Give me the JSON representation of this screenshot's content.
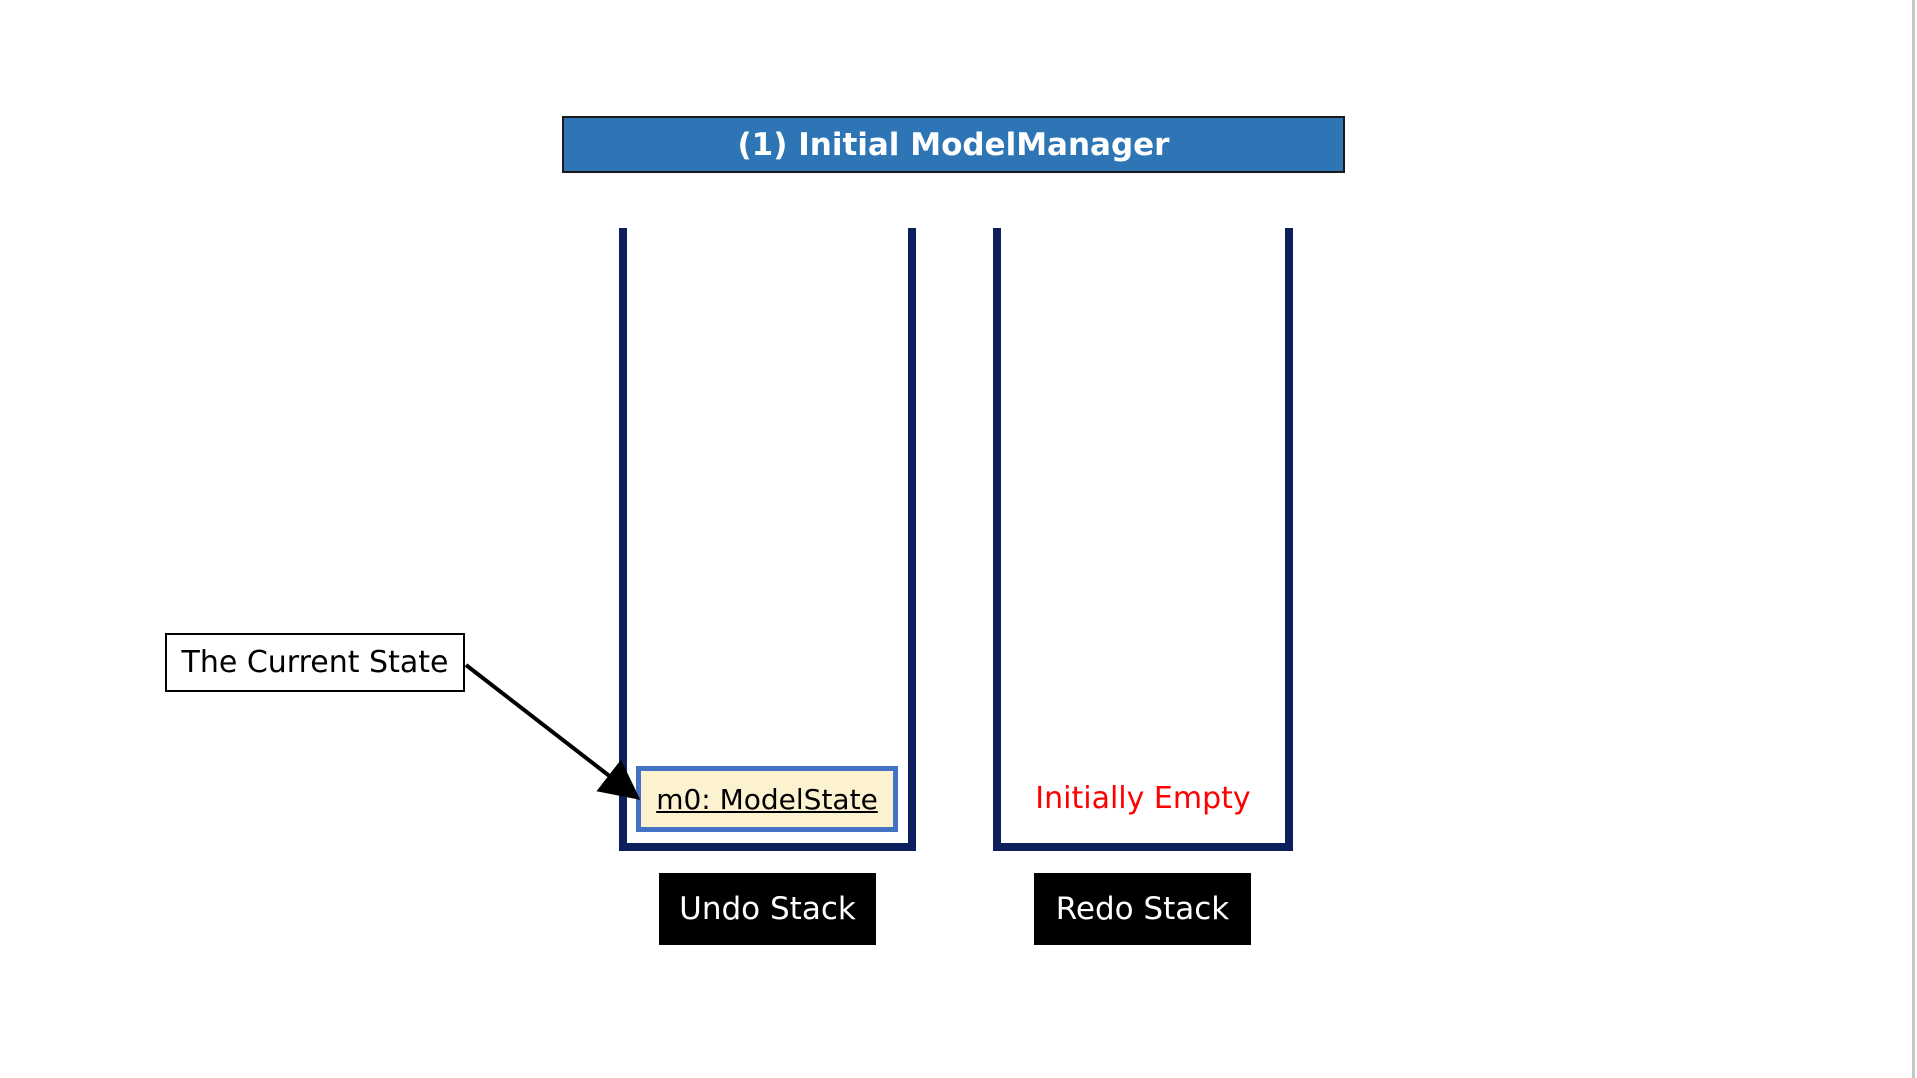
{
  "title": "(1) Initial ModelManager",
  "callout": "The Current State",
  "undo_stack": {
    "label": "Undo Stack",
    "items": [
      "m0: ModelState"
    ]
  },
  "redo_stack": {
    "label": "Redo Stack",
    "empty_text": "Initially Empty"
  },
  "colors": {
    "title_fill": "#2e75b6",
    "stack_outline": "#0d1f5c",
    "state_fill": "#fdf2d0",
    "state_border": "#4472c4",
    "empty_text": "#ff0000",
    "label_fill": "#000000"
  }
}
